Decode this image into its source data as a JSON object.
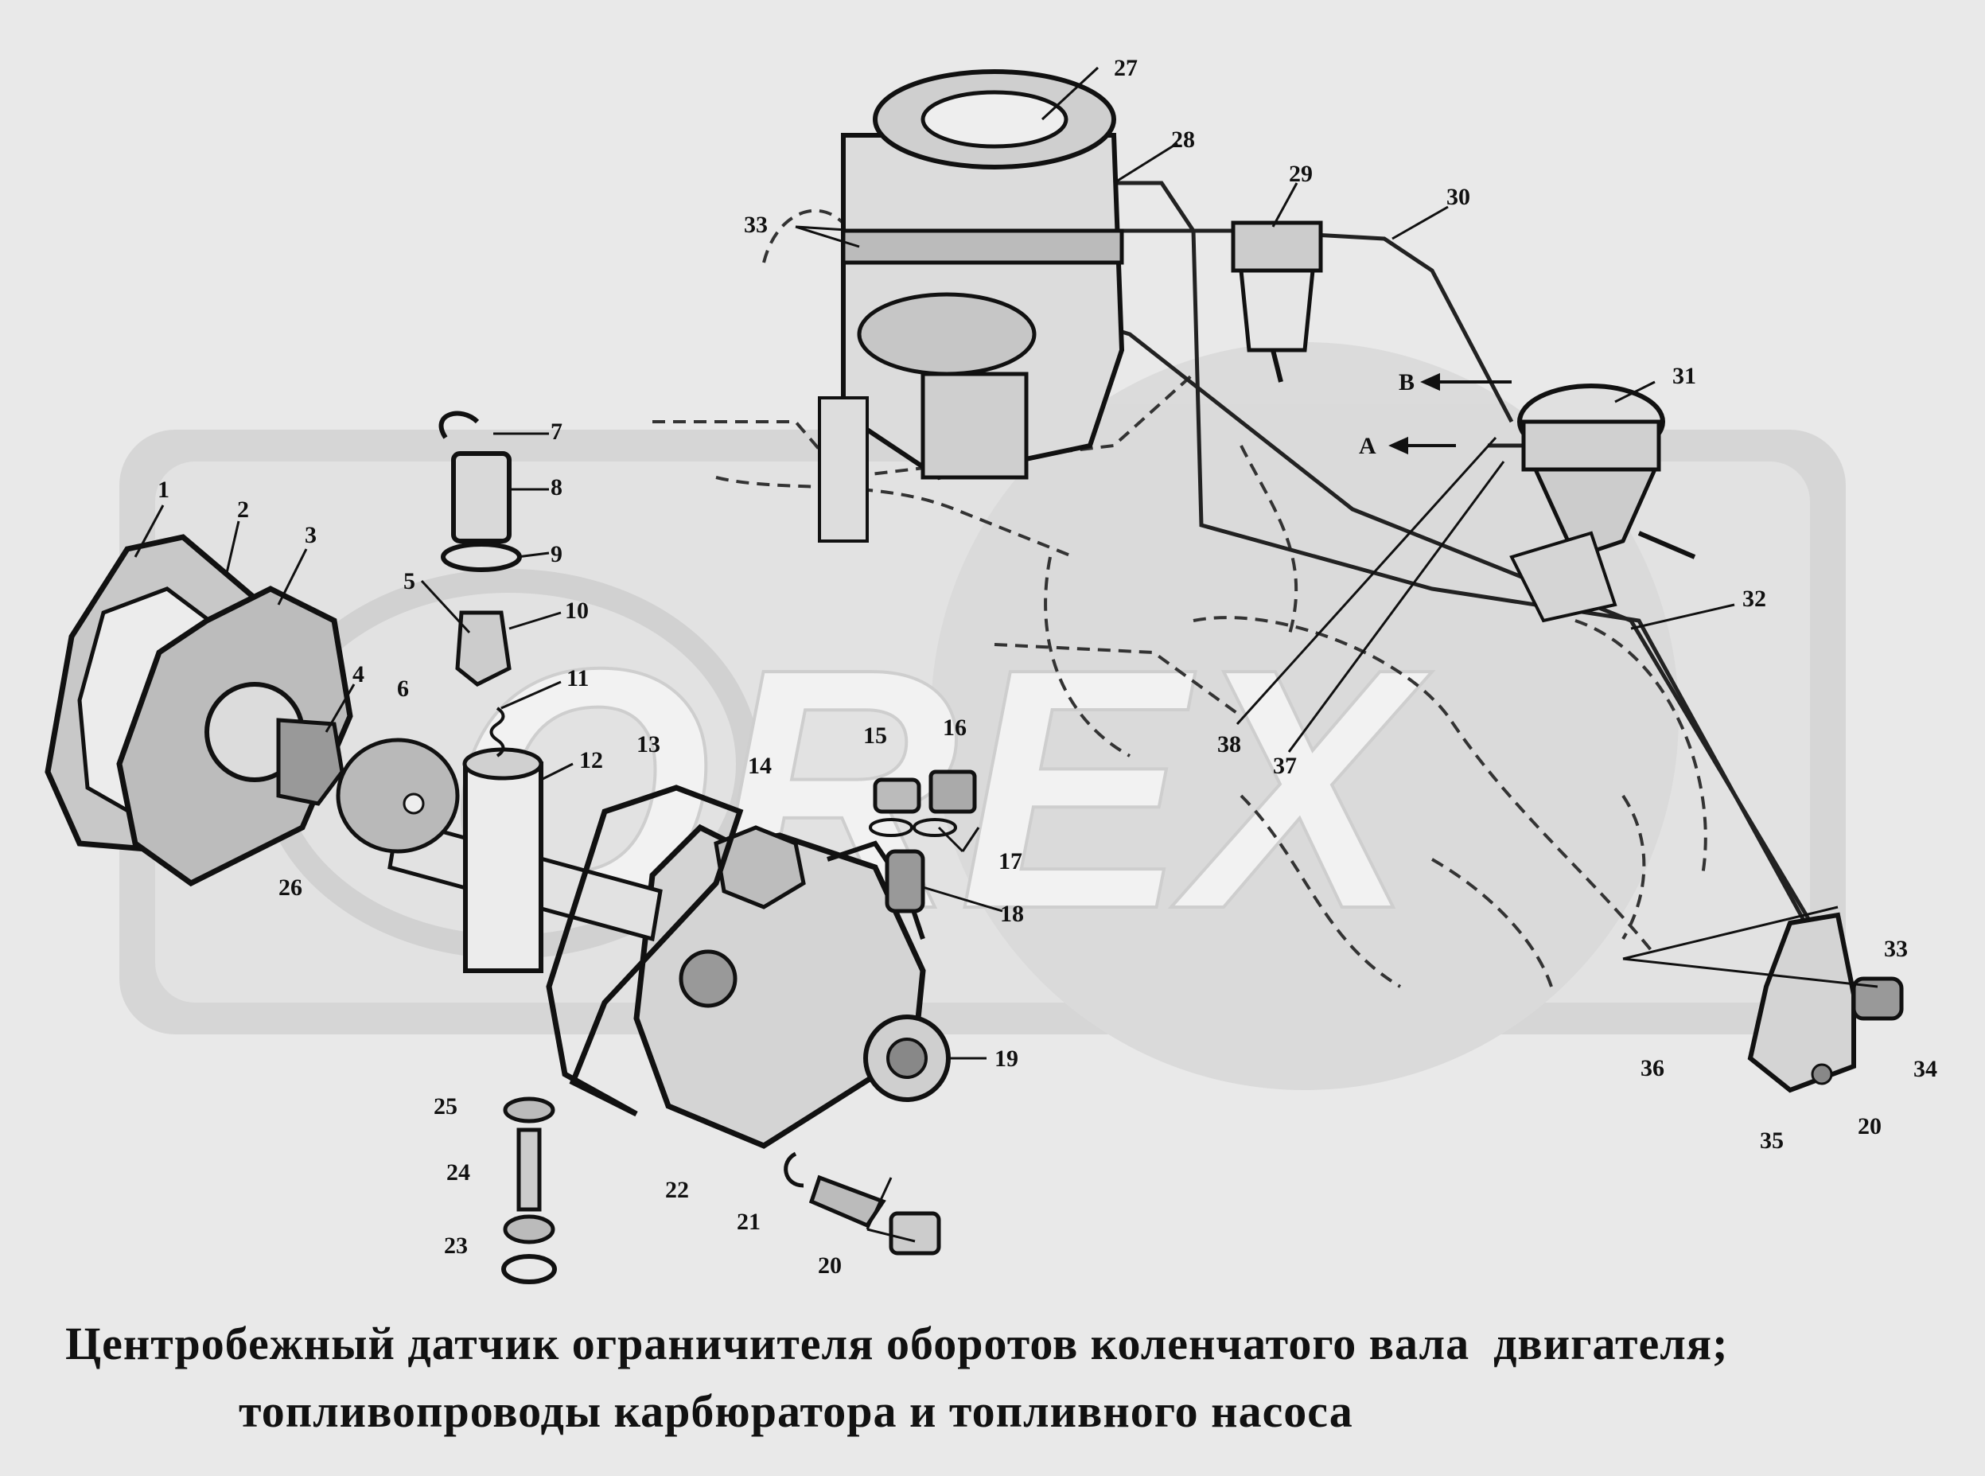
{
  "watermark": {
    "text": "OREX"
  },
  "callouts": {
    "c1": "1",
    "c2": "2",
    "c3": "3",
    "c4": "4",
    "c5": "5",
    "c6": "6",
    "c7": "7",
    "c8": "8",
    "c9": "9",
    "c10": "10",
    "c11": "11",
    "c12": "12",
    "c13": "13",
    "c14": "14",
    "c15": "15",
    "c16": "16",
    "c17": "17",
    "c18": "18",
    "c19": "19",
    "c20a": "20",
    "c20b": "20",
    "c21": "21",
    "c22": "22",
    "c23": "23",
    "c24": "24",
    "c25": "25",
    "c26": "26",
    "c27": "27",
    "c28": "28",
    "c29": "29",
    "c30": "30",
    "c31": "31",
    "c32": "32",
    "c33a": "33",
    "c33b": "33",
    "c34": "34",
    "c35": "35",
    "c36": "36",
    "c37": "37",
    "c38": "38",
    "cA": "A",
    "cB": "B"
  },
  "title": {
    "line1a": "Центробежный датчик ограничителя оборотов коленчатого вала",
    "line1b": "двигателя;",
    "line2": "топливопроводы карбюратора и топливного насоса"
  }
}
